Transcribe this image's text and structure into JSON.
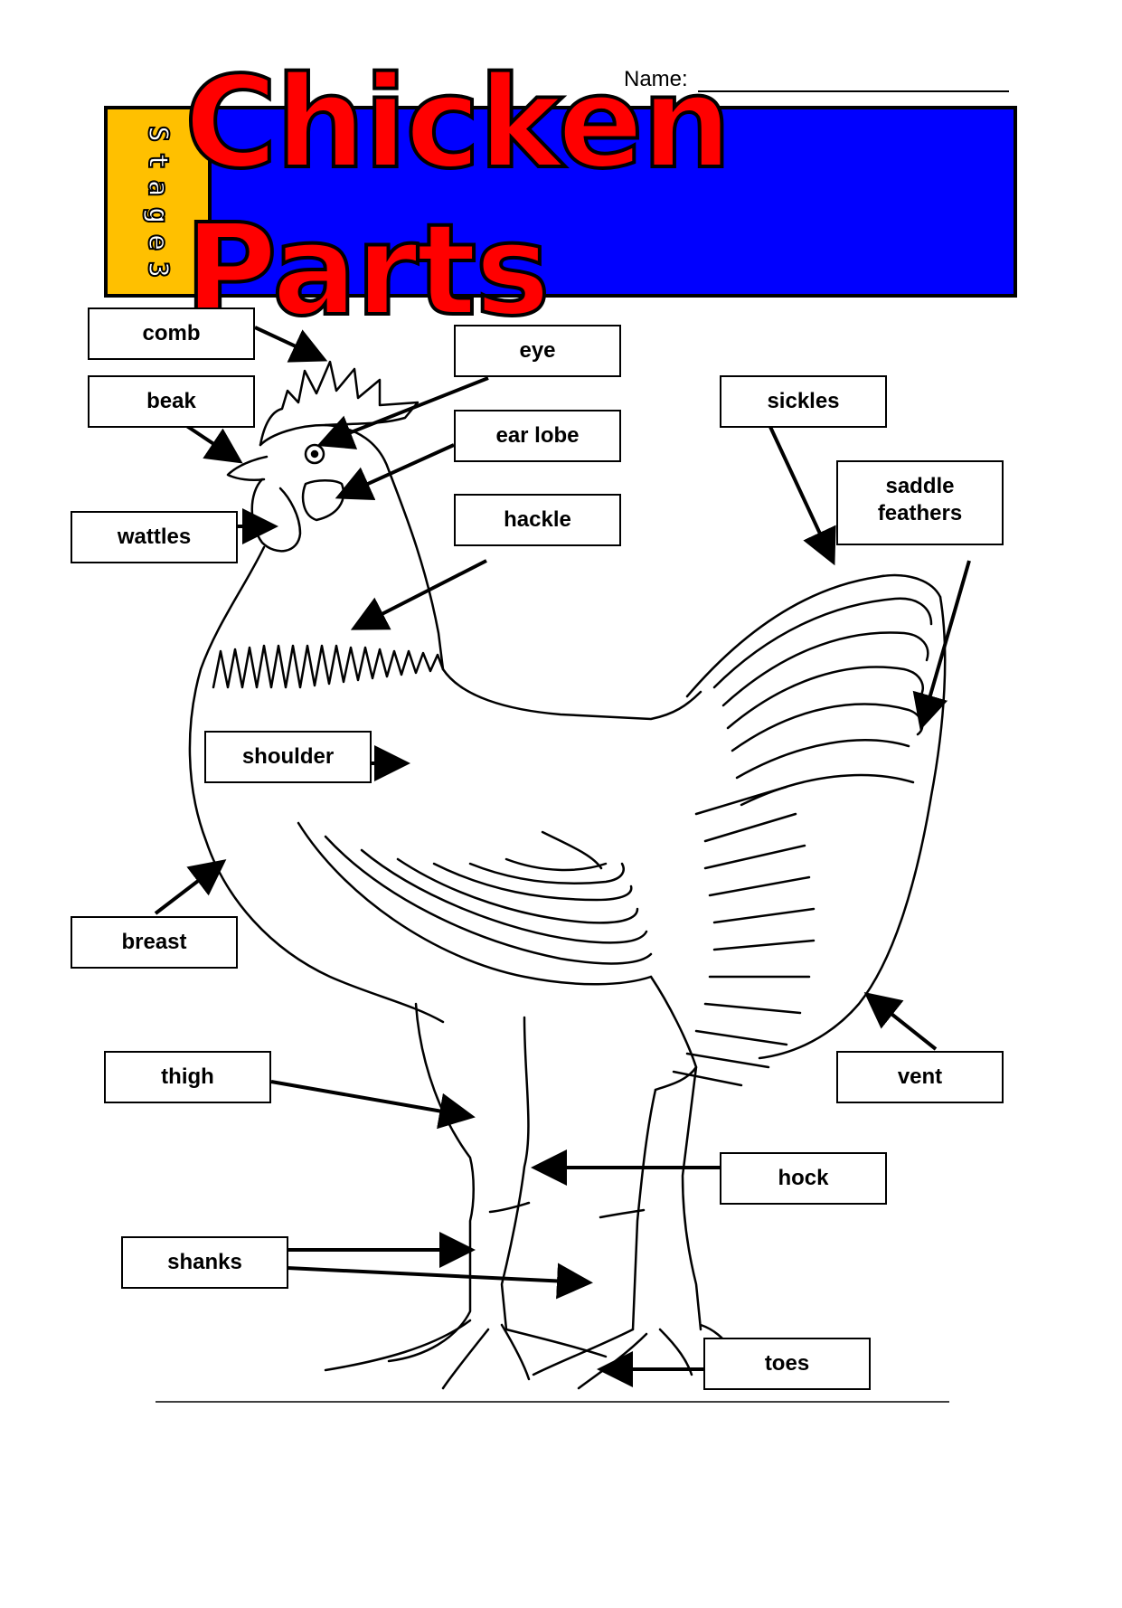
{
  "header": {
    "name_label": "Name:",
    "stage_letters": [
      "S",
      "t",
      "a",
      "g",
      "e",
      "3"
    ],
    "title": "Chicken Parts"
  },
  "colors": {
    "banner_blue": "#0000ff",
    "stage_yellow": "#ffc000",
    "title_red": "#ff0000"
  },
  "labels": {
    "comb": "comb",
    "beak": "beak",
    "wattles": "wattles",
    "eye": "eye",
    "ear_lobe": "ear lobe",
    "hackle": "hackle",
    "sickles": "sickles",
    "saddle_feathers": "saddle feathers",
    "shoulder": "shoulder",
    "breast": "breast",
    "thigh": "thigh",
    "vent": "vent",
    "hock": "hock",
    "shanks": "shanks",
    "toes": "toes"
  }
}
